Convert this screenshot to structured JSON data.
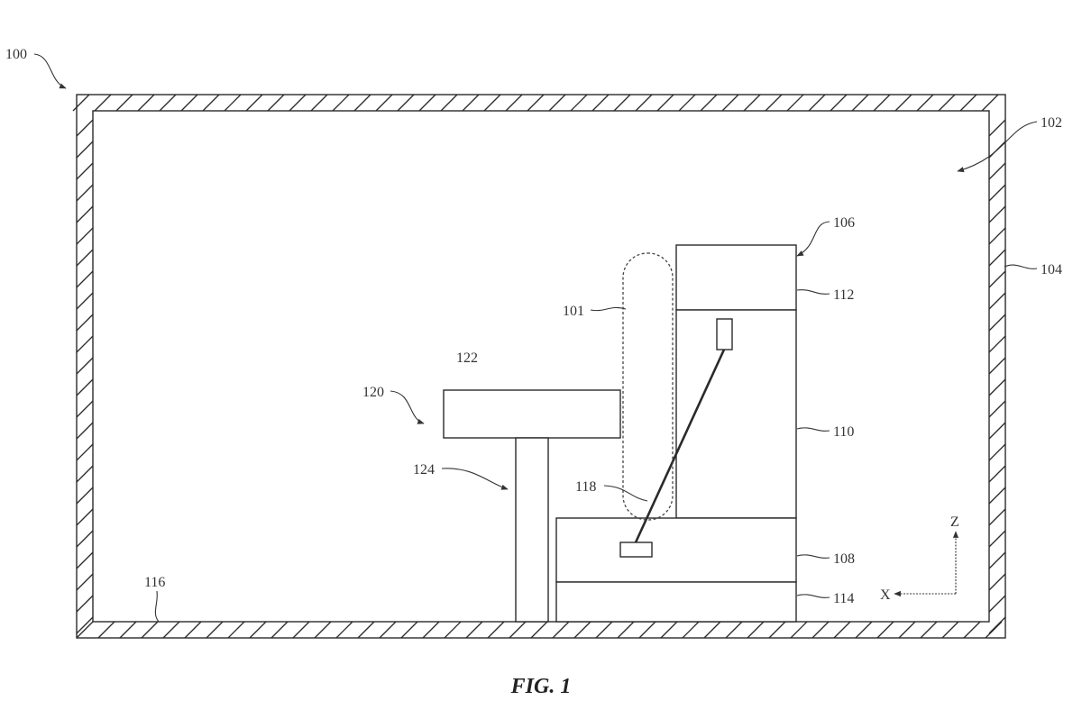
{
  "figure": {
    "caption": "FIG. 1",
    "labels": {
      "l100": "100",
      "l101": "101",
      "l102": "102",
      "l104": "104",
      "l106": "106",
      "l108": "108",
      "l110": "110",
      "l112": "112",
      "l114": "114",
      "l116": "116",
      "l118": "118",
      "l120": "120",
      "l122": "122",
      "l124": "124"
    },
    "axes": {
      "z": "Z",
      "x": "X"
    }
  },
  "colors": {
    "line": "#2a2a2a",
    "background": "#ffffff"
  }
}
